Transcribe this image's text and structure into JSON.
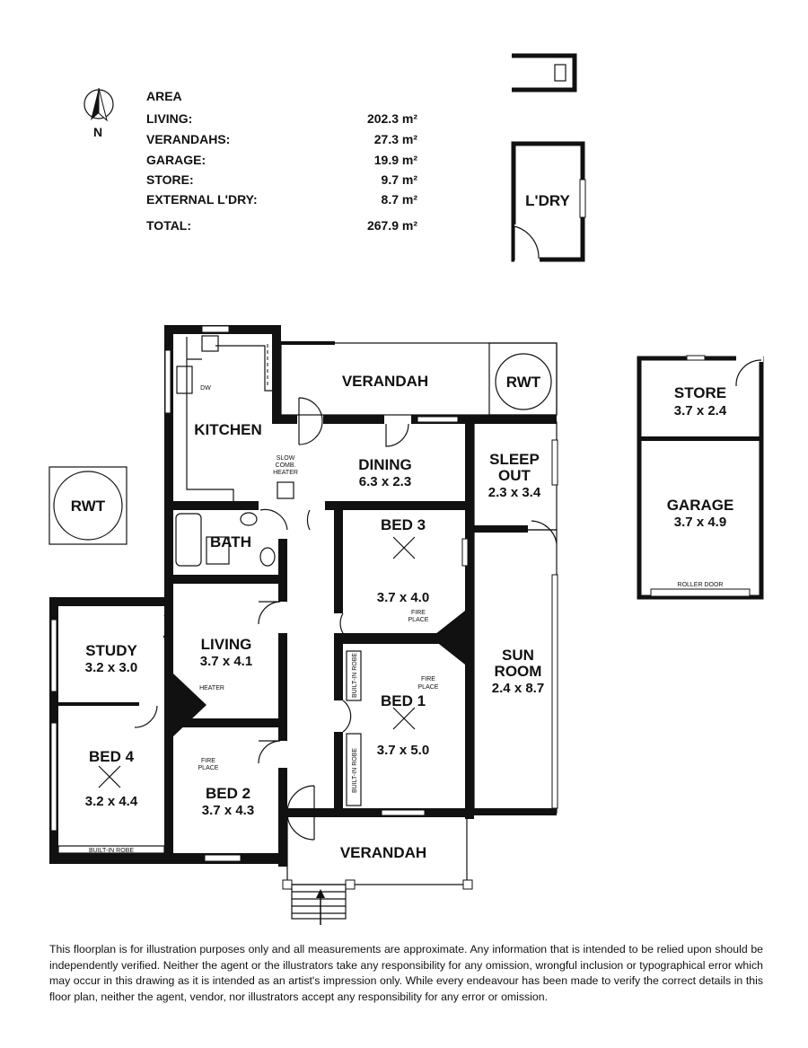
{
  "north": "N",
  "area": {
    "title": "AREA",
    "rows": [
      {
        "label": "LIVING:",
        "value": "202.3 m²"
      },
      {
        "label": "VERANDAHS:",
        "value": "27.3 m²"
      },
      {
        "label": "GARAGE:",
        "value": "19.9 m²"
      },
      {
        "label": "STORE:",
        "value": "9.7 m²"
      },
      {
        "label": "EXTERNAL L'DRY:",
        "value": "8.7 m²"
      }
    ],
    "total_label": "TOTAL:",
    "total_value": "267.9 m²"
  },
  "rooms": {
    "laundry": "L'DRY",
    "kitchen": "KITCHEN",
    "dw": "DW",
    "heater1": "SLOW",
    "heater2": "COMB.",
    "heater3": "HEATER",
    "verandah_rear": "VERANDAH",
    "rwt": "RWT",
    "dining": "DINING",
    "dining_dim": "6.3 x 2.3",
    "sleepout1": "SLEEP",
    "sleepout2": "OUT",
    "sleepout_dim": "2.3 x 3.4",
    "bath": "BATH",
    "bed3": "BED 3",
    "bed3_dim": "3.7 x 4.0",
    "fire": "FIRE",
    "place": "PLACE",
    "study": "STUDY",
    "study_dim": "3.2 x 3.0",
    "living": "LIVING",
    "living_dim": "3.7 x 4.1",
    "heater": "HEATER",
    "sunroom1": "SUN",
    "sunroom2": "ROOM",
    "sunroom_dim": "2.4 x 8.7",
    "bed1": "BED 1",
    "bed1_dim": "3.7 x 5.0",
    "robe": "BUILT-IN ROBE",
    "bed4": "BED 4",
    "bed4_dim": "3.2 x 4.4",
    "bed2": "BED 2",
    "bed2_dim": "3.7 x 4.3",
    "verandah_front": "VERANDAH",
    "store": "STORE",
    "store_dim": "3.7 x 2.4",
    "garage": "GARAGE",
    "garage_dim": "3.7 x 4.9",
    "roller": "ROLLER DOOR"
  },
  "disclaimer": "This floorplan is for illustration purposes only and all measurements are approximate. Any information that is intended to be relied upon should be independently verified. Neither the agent or the illustrators take any responsibility for any omission, wrongful inclusion or typographical error which may occur in this drawing as it is intended as an artist's impression only. While every endeavour has been made to verify the correct details in this floor plan, neither the agent, vendor, nor illustrators accept any responsibility for any error or omission."
}
